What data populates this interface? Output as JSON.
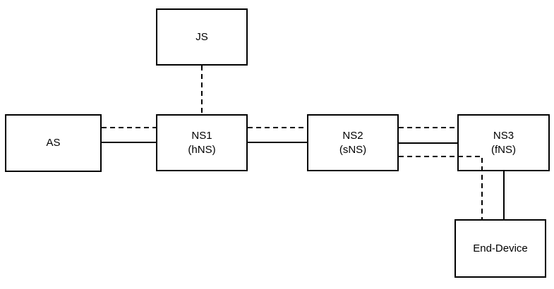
{
  "nodes": {
    "js": {
      "label": "JS"
    },
    "as": {
      "label": "AS"
    },
    "ns1": {
      "label": "NS1",
      "sublabel": "(hNS)"
    },
    "ns2": {
      "label": "NS2",
      "sublabel": "(sNS)"
    },
    "ns3": {
      "label": "NS3",
      "sublabel": "(fNS)"
    },
    "end_device": {
      "label": "End-Device"
    }
  },
  "edges": [
    {
      "from": "JS",
      "to": "NS1",
      "style": "dashed"
    },
    {
      "from": "AS",
      "to": "NS1",
      "style": "dashed"
    },
    {
      "from": "AS",
      "to": "NS1",
      "style": "solid"
    },
    {
      "from": "NS1",
      "to": "NS2",
      "style": "dashed"
    },
    {
      "from": "NS1",
      "to": "NS2",
      "style": "solid"
    },
    {
      "from": "NS2",
      "to": "NS3",
      "style": "dashed"
    },
    {
      "from": "NS2",
      "to": "NS3",
      "style": "solid"
    },
    {
      "from": "NS2",
      "to": "End-Device",
      "style": "dashed"
    },
    {
      "from": "NS3",
      "to": "End-Device",
      "style": "solid"
    }
  ],
  "colors": {
    "background": "#ffffff",
    "box_fill": "#ffffff",
    "box_border": "#000000",
    "line": "#000000",
    "text": "#000000"
  }
}
